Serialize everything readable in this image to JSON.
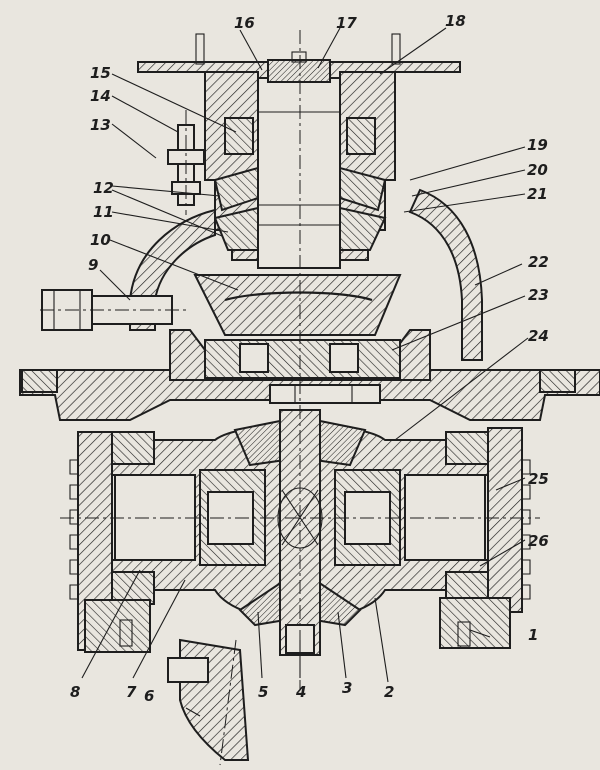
{
  "callouts": [
    {
      "id": "1",
      "text": "1"
    },
    {
      "id": "2",
      "text": "2"
    },
    {
      "id": "3",
      "text": "3"
    },
    {
      "id": "4",
      "text": "4"
    },
    {
      "id": "5",
      "text": "5"
    },
    {
      "id": "6",
      "text": "6"
    },
    {
      "id": "7",
      "text": "7"
    },
    {
      "id": "8",
      "text": "8"
    },
    {
      "id": "9",
      "text": "9"
    },
    {
      "id": "10",
      "text": "10"
    },
    {
      "id": "11",
      "text": "11"
    },
    {
      "id": "12",
      "text": "12"
    },
    {
      "id": "13",
      "text": "13"
    },
    {
      "id": "14",
      "text": "14"
    },
    {
      "id": "15",
      "text": "15"
    },
    {
      "id": "16",
      "text": "16"
    },
    {
      "id": "17",
      "text": "17"
    },
    {
      "id": "18",
      "text": "18"
    },
    {
      "id": "19",
      "text": "19"
    },
    {
      "id": "20",
      "text": "20"
    },
    {
      "id": "21",
      "text": "21"
    },
    {
      "id": "22",
      "text": "22"
    },
    {
      "id": "23",
      "text": "23"
    },
    {
      "id": "24",
      "text": "24"
    },
    {
      "id": "25",
      "text": "25"
    },
    {
      "id": "26",
      "text": "26"
    }
  ],
  "colors": {
    "ink": "#1e1e1e",
    "paper": "#e9e6df"
  }
}
